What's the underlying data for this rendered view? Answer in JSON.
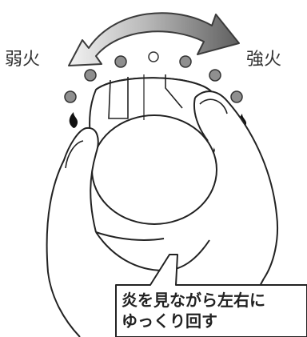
{
  "labels": {
    "low_heat": "弱火",
    "high_heat": "強火"
  },
  "callout": {
    "line1": "炎を見ながら左右に",
    "line2": "ゆっくり回す"
  },
  "icons": {
    "rotation_arrow": "double-headed-curved-arrow-icon",
    "flame_left": "flame-icon",
    "flame_right": "flame-icon"
  },
  "colors": {
    "arrow_fill": "#666666",
    "arrow_light": "#bfbfbf",
    "dot_fill": "#8f8f8f",
    "line": "#222222"
  }
}
